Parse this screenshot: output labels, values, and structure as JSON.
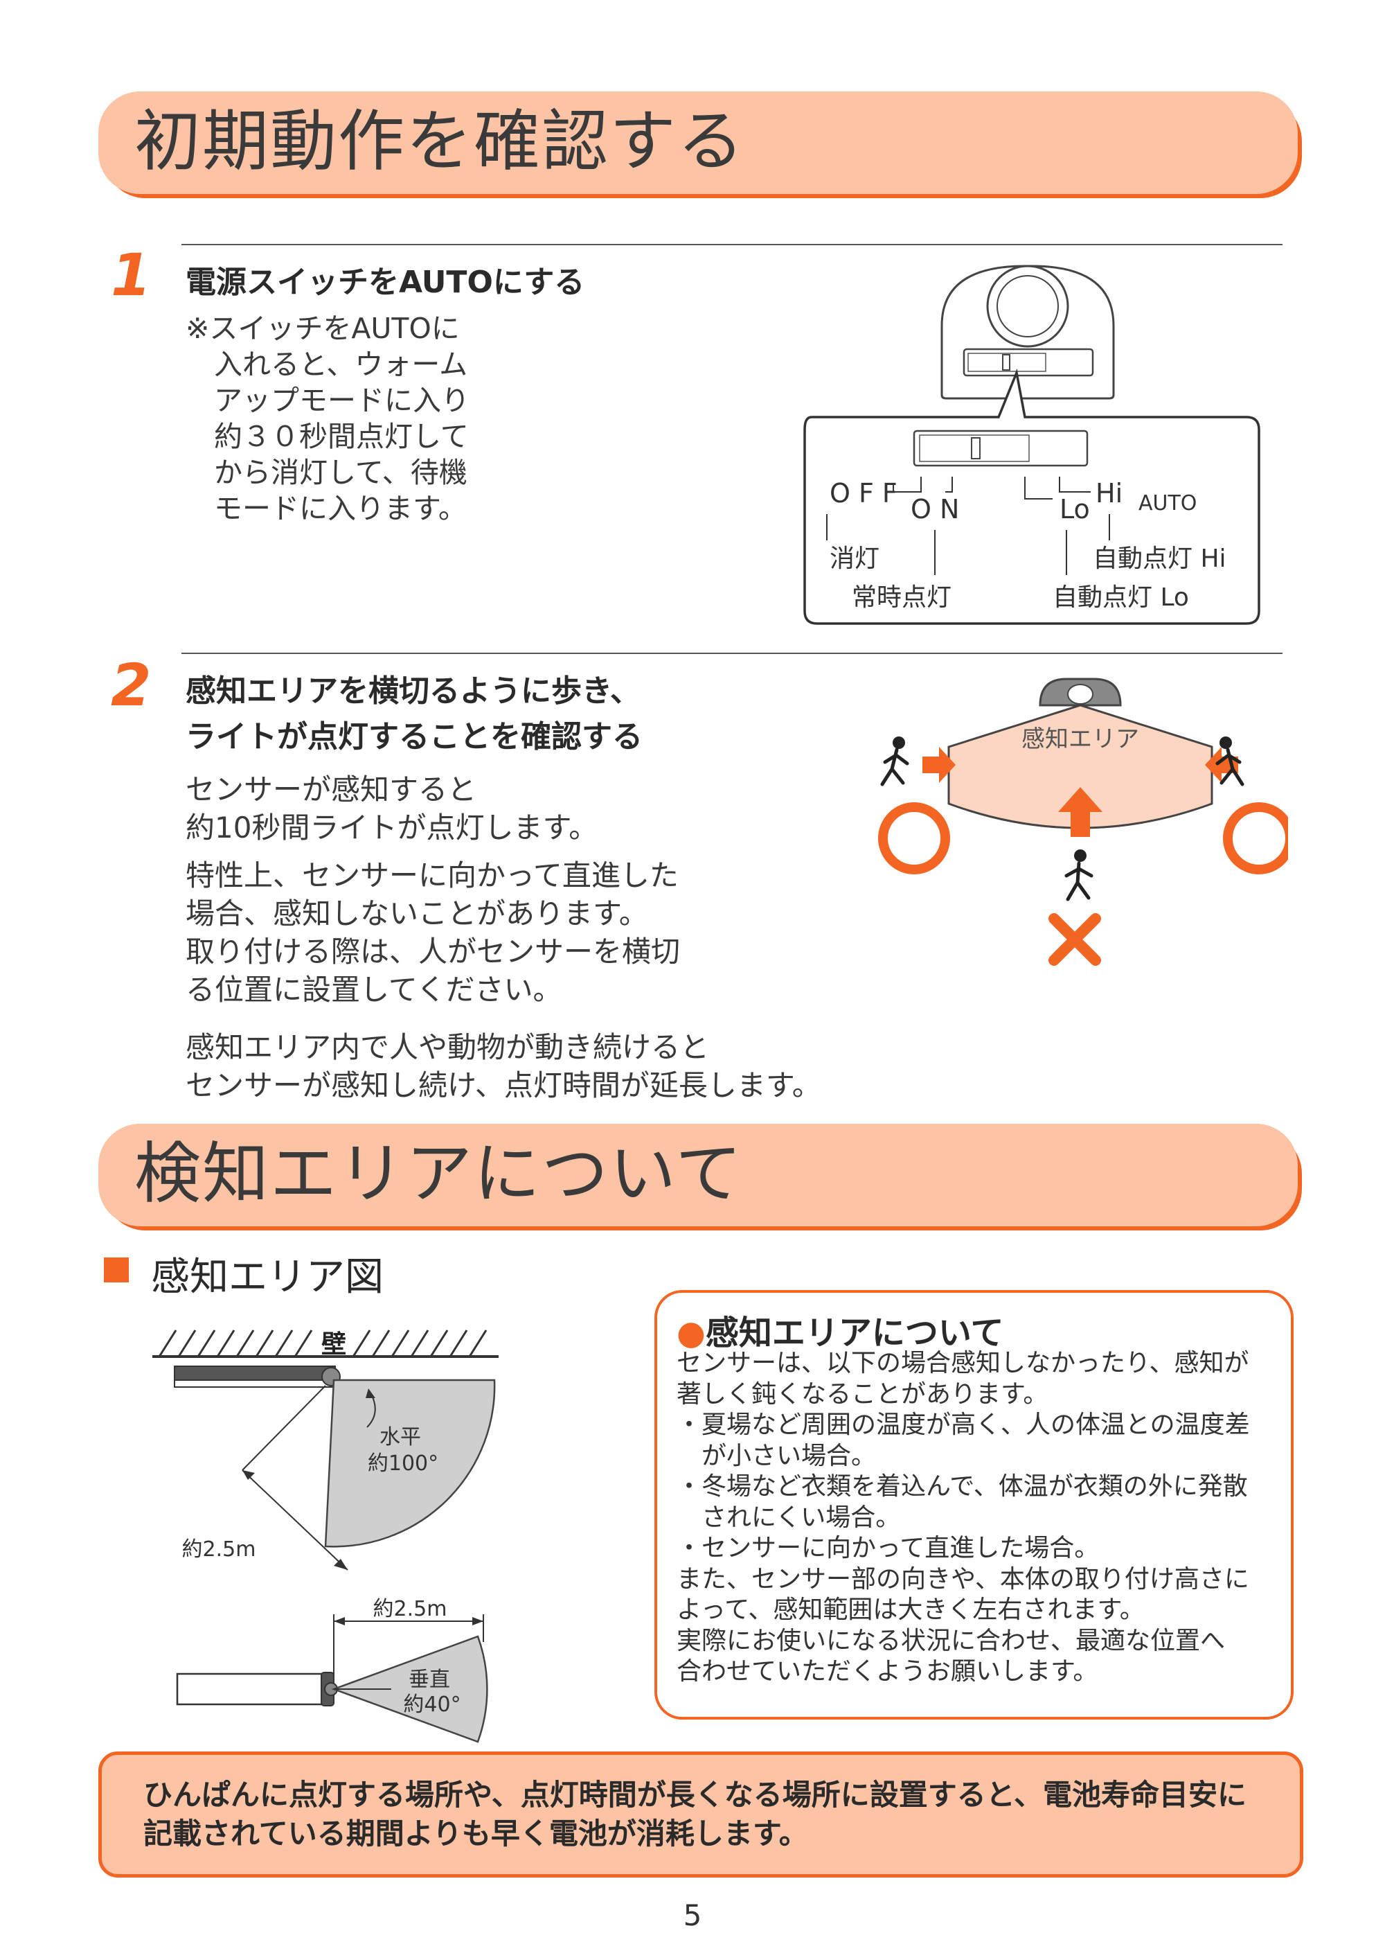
{
  "section1": {
    "title": "初期動作を確認する"
  },
  "step1": {
    "number": "1",
    "heading": "電源スイッチをAUTOにする",
    "note": "※スイッチをAUTOに\n　入れると、ウォーム\n　アップモードに入り\n　約３０秒間点灯して\n　から消灯して、待機\n　モードに入ります。",
    "switch_labels": {
      "off": "O F F",
      "on": "O N",
      "lo": "Lo",
      "hi": "Hi",
      "auto": "AUTO",
      "off_desc": "消灯",
      "on_desc": "常時点灯",
      "hi_desc": "自動点灯 Hi",
      "lo_desc": "自動点灯 Lo"
    }
  },
  "step2": {
    "number": "2",
    "heading_line1": "感知エリアを横切るように歩き、",
    "heading_line2": "ライトが点灯することを確認する",
    "para1": "センサーが感知すると\n約10秒間ライトが点灯します。",
    "para2": "特性上、センサーに向かって直進した\n場合、感知しないことがあります。\n取り付ける際は、人がセンサーを横切\nる位置に設置してください。",
    "para3": "感知エリア内で人や動物が動き続けると\nセンサーが感知し続け、点灯時間が延長します。",
    "area_label": "感知エリア"
  },
  "section2": {
    "title": "検知エリアについて"
  },
  "area_diagram": {
    "heading": "感知エリア図",
    "wall": "壁",
    "horizontal": "水平",
    "horizontal_angle": "約100°",
    "distance1": "約2.5m",
    "distance2": "約2.5m",
    "vertical": "垂直",
    "vertical_angle": "約40°"
  },
  "info": {
    "title": "感知エリアについて",
    "body": "センサーは、以下の場合感知しなかったり、感知が\n著しく鈍くなることがあります。\n・夏場など周囲の温度が高く、人の体温との温度差\n　が小さい場合。\n・冬場など衣類を着込んで、体温が衣類の外に発散\n　されにくい場合。\n・センサーに向かって直進した場合。\nまた、センサー部の向きや、本体の取り付け高さに\nよって、感知範囲は大きく左右されます。\n実際にお使いになる状況に合わせ、最適な位置へ\n合わせていただくようお願いします。"
  },
  "warning": {
    "text": "ひんぱんに点灯する場所や、点灯時間が長くなる場所に設置すると、電池寿命目安に\n記載されている期間よりも早く電池が消耗します。"
  },
  "page_number": "5",
  "colors": {
    "accent": "#f26522",
    "banner": "#fcc4a4",
    "gray": "#d4d4d4"
  }
}
